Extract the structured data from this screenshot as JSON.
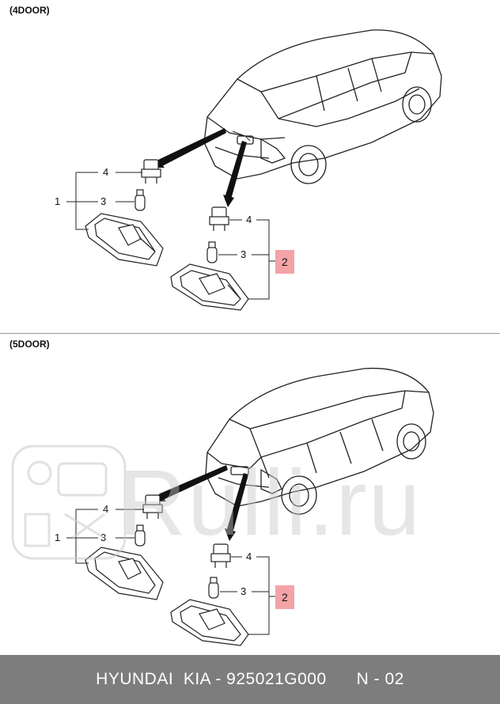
{
  "sections": [
    {
      "label": "(4DOOR)",
      "callouts": {
        "assembly": "1",
        "lamp": "2",
        "bulb": "3",
        "socket": "4"
      }
    },
    {
      "label": "(5DOOR)",
      "callouts": {
        "assembly": "1",
        "lamp": "2",
        "bulb": "3",
        "socket": "4"
      }
    }
  ],
  "watermark": {
    "text": "Rulli.ru"
  },
  "footer": {
    "brand": "HYUNDAI  KIA - 925021G000",
    "page": "N - 02"
  },
  "colors": {
    "highlight": "#f4a3a8",
    "footer_bg": "#7d7d7d"
  }
}
